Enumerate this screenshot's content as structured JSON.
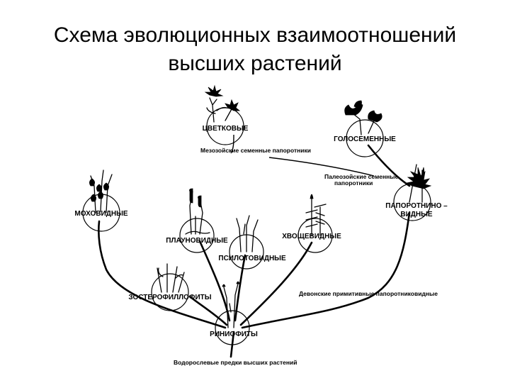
{
  "title": {
    "line1": "Схема эволюционных взаимоотношений",
    "line2": "высших растений"
  },
  "nodes": {
    "flowering": "ЦВЕТКОВЫЕ",
    "gymnosperms": "ГОЛОСЕМЕННЫЕ",
    "mosses": "МОХОВИДНЫЕ",
    "lycopods": "ПЛАУНОВИДНЫЕ",
    "psilotes": "ПСИЛОТОВИДНЫЕ",
    "horsetails": "ХВОЩЕВИДНЫЕ",
    "ferns_line1": "ПАПОРОТНИНО –",
    "ferns_line2": "ВИДНЫЕ",
    "zosterophylls": "ЗОСТЕРОФИЛЛОФИТЫ",
    "rhyniophytes": "РИНИОФИТЫ"
  },
  "annotations": {
    "mesozoic_seed_ferns": "Мезозойские семенные папоротники",
    "paleozoic_seed_ferns_line1": "Палеозойские семенные",
    "paleozoic_seed_ferns_line2": "папоротники",
    "devonian_ferns": "Девонские примитивные папоротниковидные",
    "algal_ancestors": "Водорослевые предки высших растений"
  }
}
